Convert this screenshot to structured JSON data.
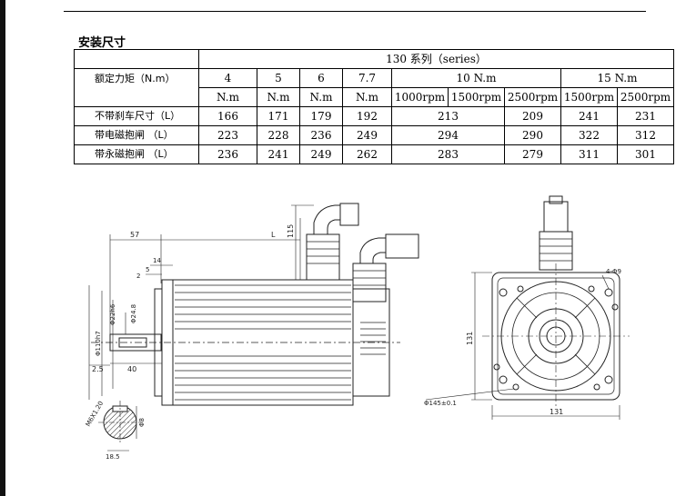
{
  "section_title": "安装尺寸",
  "table": {
    "series_header": "130 系列（series）",
    "rated_torque_label": "额定力矩（N.m）",
    "torque_values": [
      "4",
      "5",
      "6",
      "7.7"
    ],
    "unit": "N.m",
    "group_10": "10 N.m",
    "group_15": "15 N.m",
    "speeds_10": [
      "1000rpm",
      "1500rpm",
      "2500rpm"
    ],
    "speeds_15": [
      "1500rpm",
      "2500rpm"
    ],
    "rows": [
      {
        "label": "不带刹车尺寸（L）",
        "values": [
          "166",
          "171",
          "179",
          "192",
          "213",
          "209",
          "241",
          "231"
        ]
      },
      {
        "label": "带电磁抱闸 （L）",
        "values": [
          "223",
          "228",
          "236",
          "249",
          "294",
          "290",
          "322",
          "312"
        ]
      },
      {
        "label": "带永磁抱闸 （L）",
        "values": [
          "236",
          "241",
          "249",
          "262",
          "283",
          "279",
          "311",
          "301"
        ]
      }
    ]
  },
  "dimensions": {
    "shaft_length": "57",
    "body_length": "L",
    "connector_height": "115",
    "flange_thickness": "14",
    "flange_step": "5",
    "spigot_gap": "2",
    "spigot_dia": "Φ22h6",
    "shaft_dia": "Φ24.8",
    "pilot_dia": "Φ110h7",
    "key_gap": "2.5",
    "shaft_to_flange": "40",
    "thread": "M6X1.20",
    "key_width": "Φ8",
    "key_depth": "18.5",
    "mount_holes": "4-Φ9",
    "flange_square_h": "131",
    "flange_square_w": "131",
    "pcd": "Φ145±0.1"
  }
}
